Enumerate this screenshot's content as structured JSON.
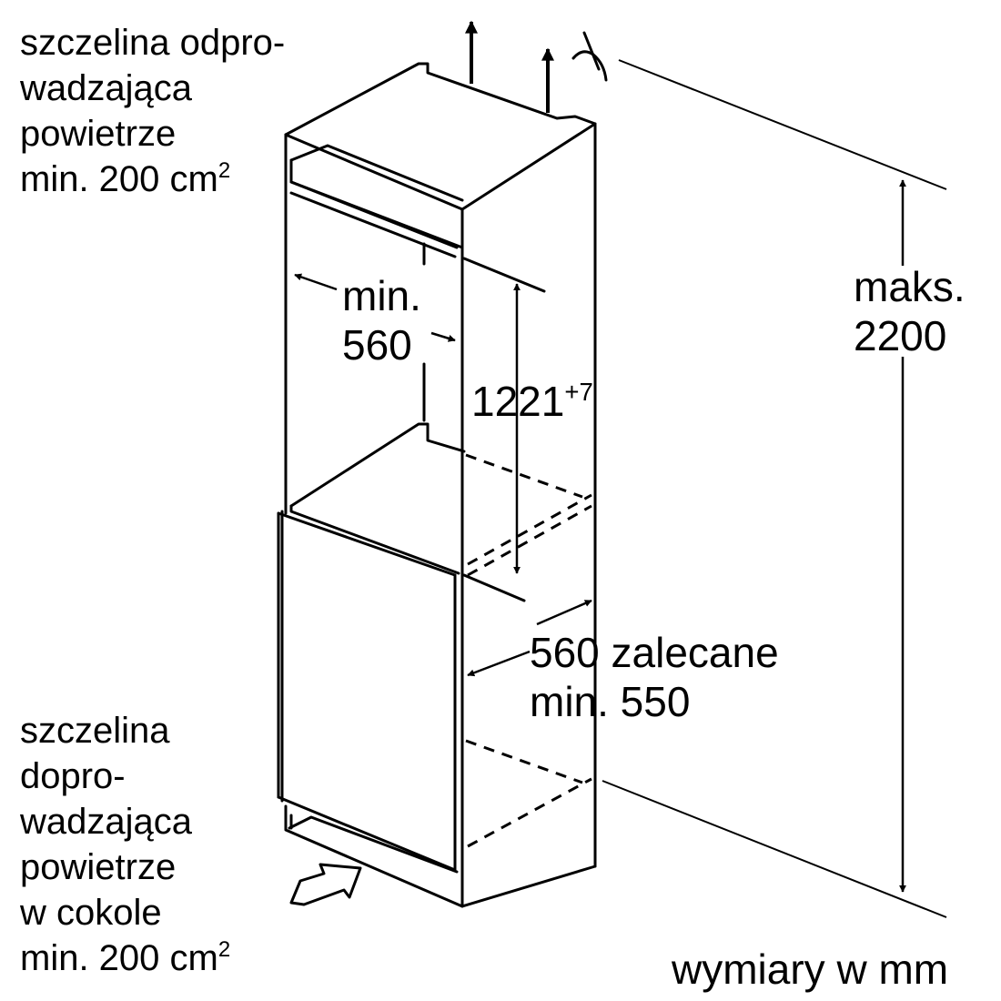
{
  "labels": {
    "exhaust_vent": {
      "line1": "szczelina odpro-",
      "line2": "wadzająca",
      "line3": "powietrze",
      "line4": "min. 200 cm",
      "line4_sup": "2"
    },
    "intake_vent": {
      "line1": "szczelina",
      "line2": "dopro-",
      "line3": "wadzająca",
      "line4": "powietrze",
      "line5": "w cokole",
      "line6": "min. 200 cm",
      "line6_sup": "2"
    },
    "niche_width": {
      "line1": "min.",
      "line2": "560"
    },
    "niche_height": {
      "value": "1221",
      "tolerance": "+7"
    },
    "max_height": {
      "line1": "maks.",
      "line2": "2200"
    },
    "depth": {
      "line1": "560 zalecane",
      "line2": "min. 550"
    },
    "units": "wymiary w mm"
  }
}
